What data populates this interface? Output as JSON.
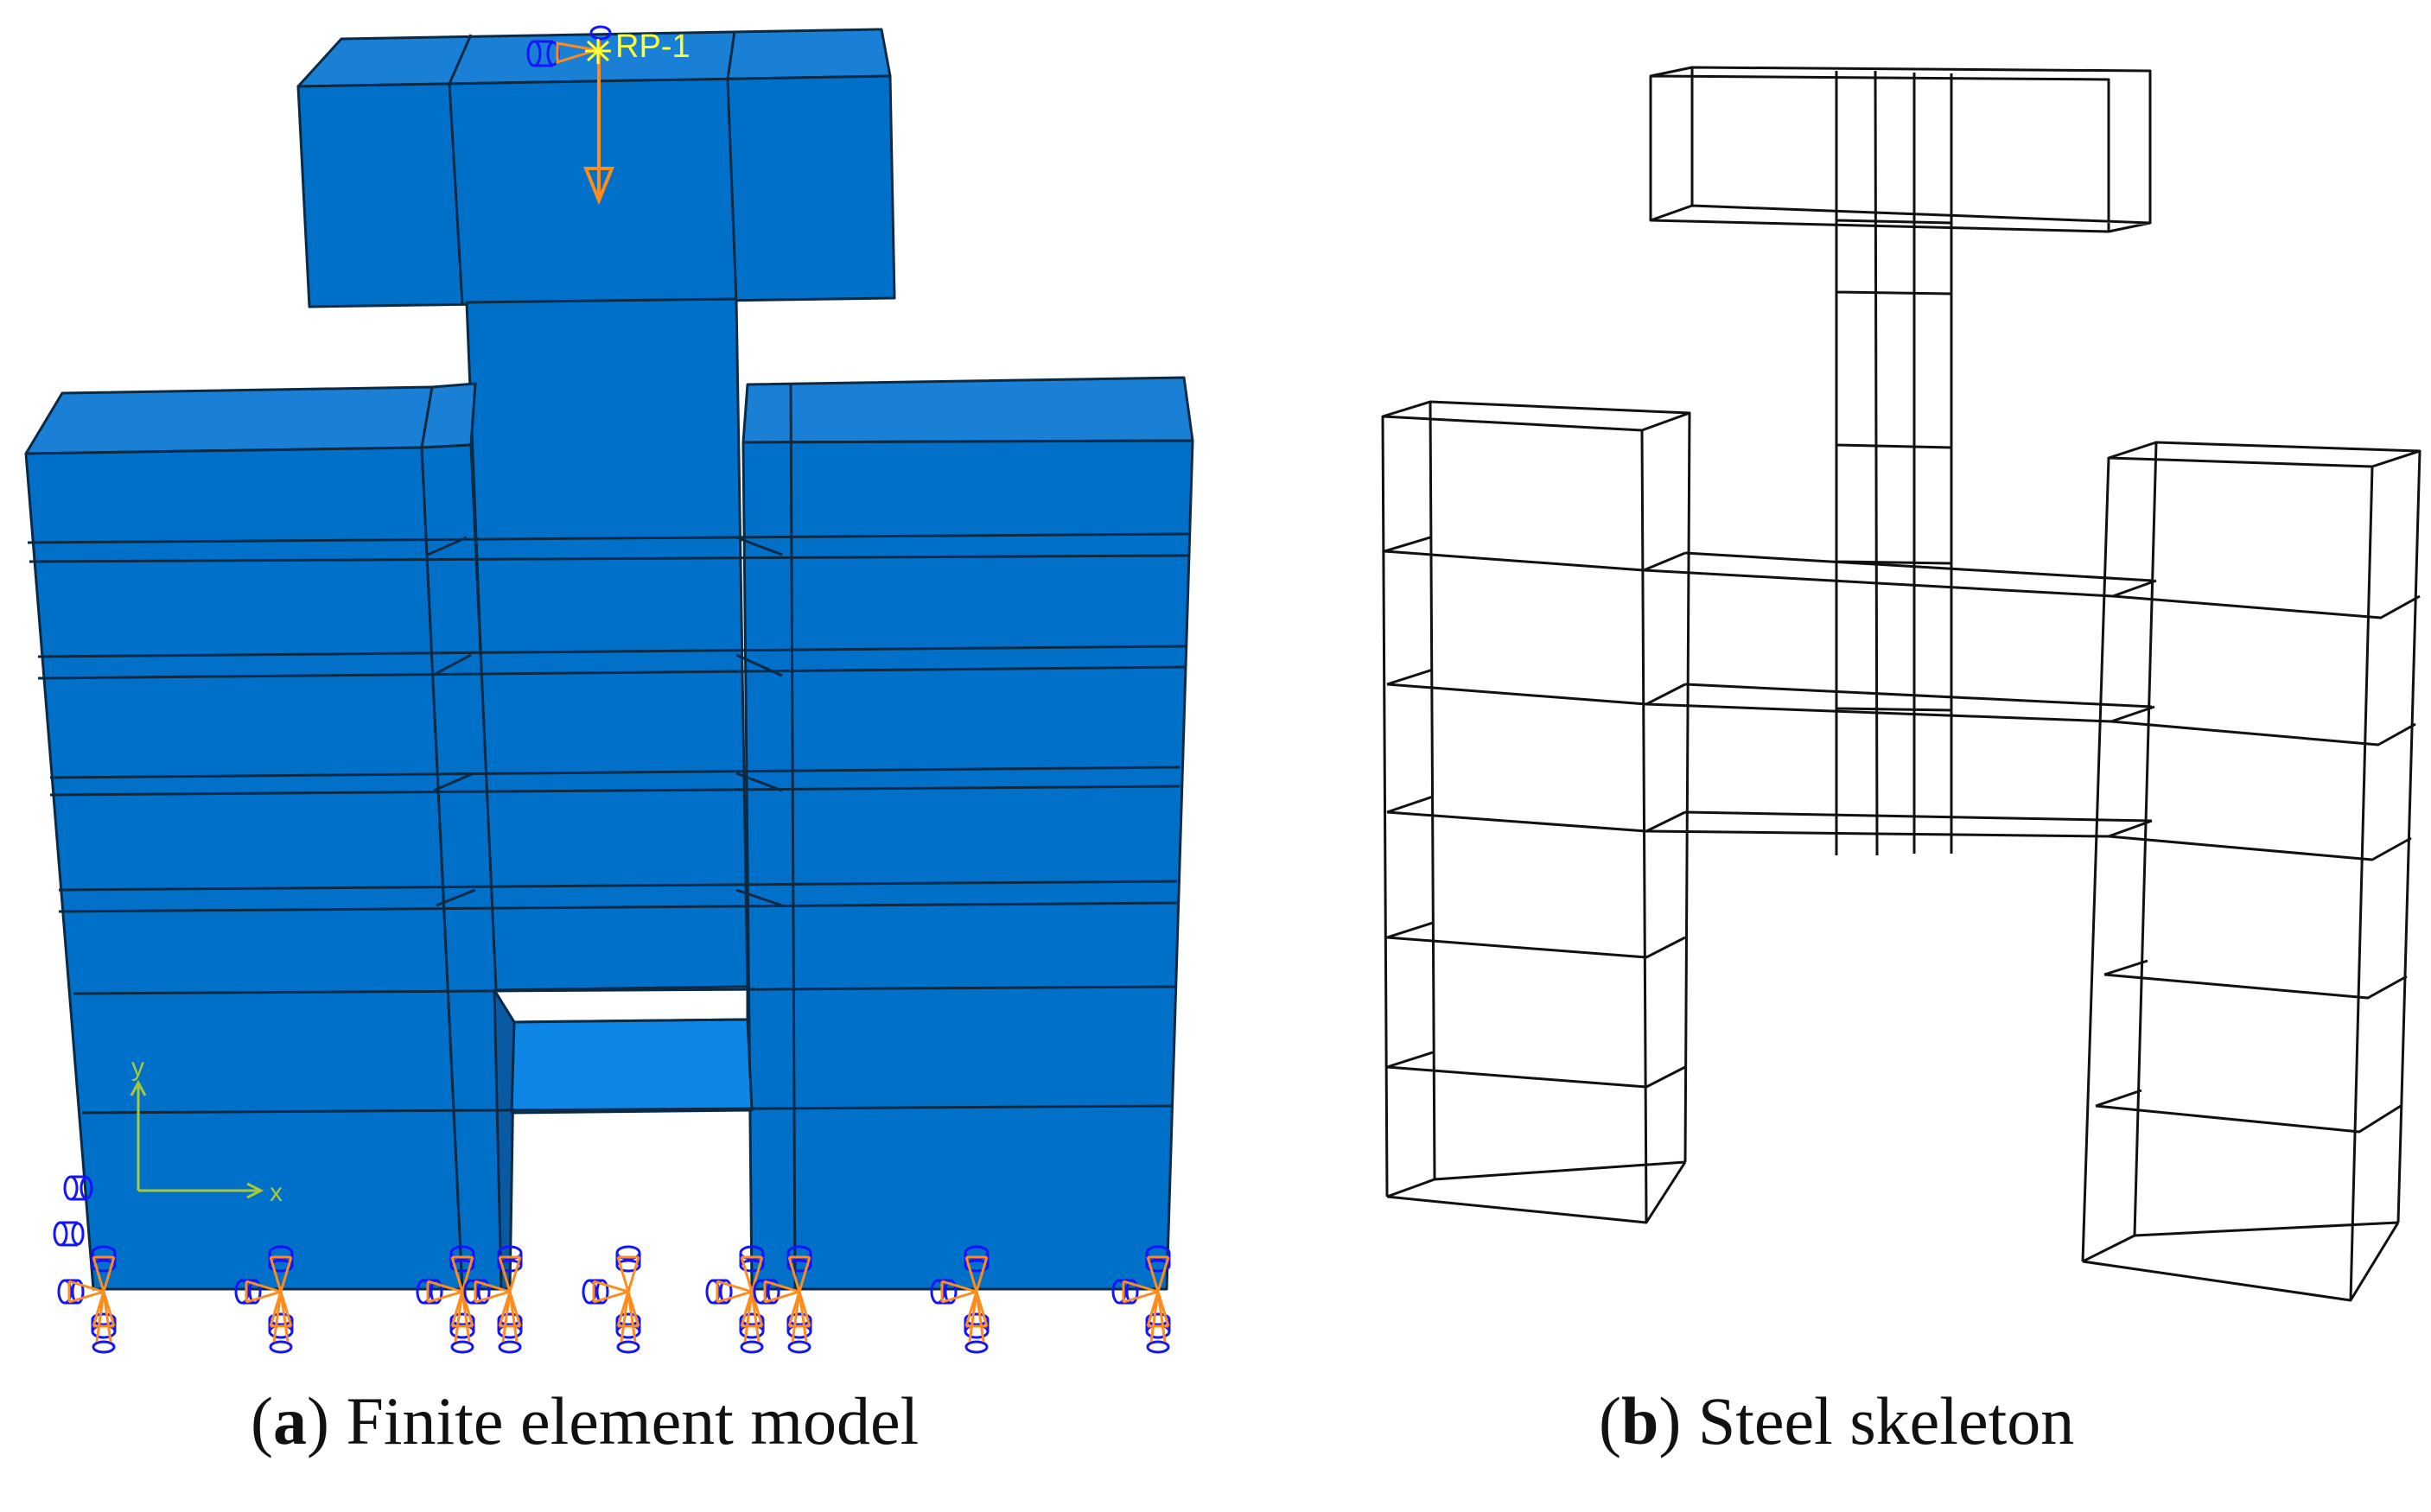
{
  "colors": {
    "model_face": "#0070c8",
    "model_top": "#1a80d6",
    "edge": "#0b2a45",
    "boundary_cone": "#1414ff",
    "boundary_arrow": "#ff8c1a",
    "load_arrow": "#ff8c1a",
    "rp_label": "#ffff33",
    "axis": "#a8c83c",
    "skeleton": "#111111"
  },
  "icons": {
    "boundary_condition": "boundary-condition-icon",
    "load": "load-arrow-icon",
    "reference_point": "reference-point-icon",
    "axis_triad": "axis-triad-icon"
  },
  "panel_a": {
    "reference_point_label": "RP-1",
    "axis_y": "y",
    "axis_x": "x",
    "caption_letter": "a",
    "caption_text": " Finite element model"
  },
  "panel_b": {
    "caption_letter": "b",
    "caption_text": " Steel skeleton"
  }
}
